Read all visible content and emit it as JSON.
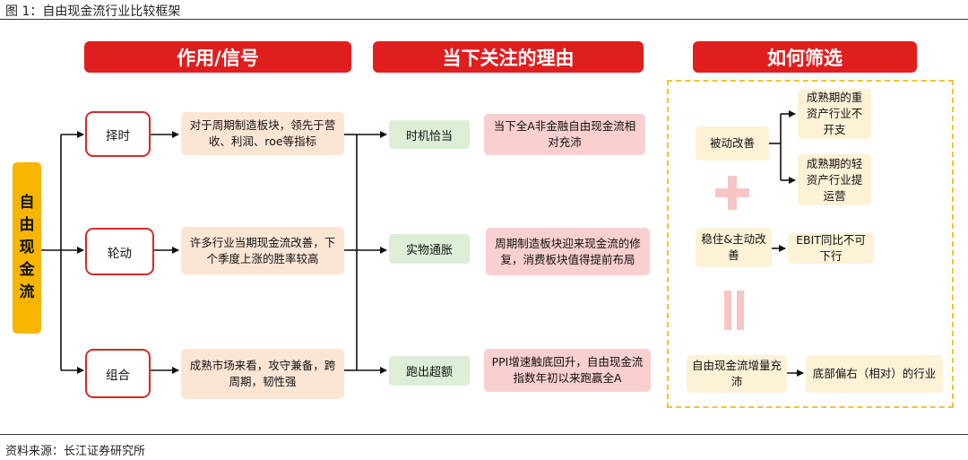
{
  "figure": {
    "title": "图 1：自由现金流行业比较框架",
    "source": "资料来源：长江证券研究所"
  },
  "headers": {
    "role": "作用/信号",
    "reason": "当下关注的理由",
    "filter": "如何筛选"
  },
  "root": {
    "label": "自由现金流"
  },
  "branches": [
    {
      "label": "择时",
      "detail": "对于周期制造板块，领先于营收、利润、roe等指标"
    },
    {
      "label": "轮动",
      "detail": "许多行业当期现金流改善，下个季度上涨的胜率较高"
    },
    {
      "label": "组合",
      "detail": "成熟市场来看，攻守兼备，跨周期，韧性强"
    }
  ],
  "reasons": [
    {
      "label": "时机恰当",
      "detail": "当下全A非金融自由现金流相对充沛"
    },
    {
      "label": "实物通胀",
      "detail": "周期制造板块迎来现金流的修复，消费板块值得提前布局"
    },
    {
      "label": "跑出超额",
      "detail": "PPI增速触底回升，自由现金流指数年初以来跑赢全A"
    }
  ],
  "screening": {
    "passive": "被动改善",
    "passive_children": [
      "成熟期的重资产行业不开支",
      "成熟期的轻资产行业提运营"
    ],
    "active": "稳住&主动改善",
    "active_child": "EBIT同比不可下行",
    "result": "自由现金流增量充沛",
    "result_child": "底部偏右（相对）的行业"
  },
  "colors": {
    "header_red": "#e01e1e",
    "root_yellow": "#f7b500",
    "node_border_red": "#d42a2a",
    "peach": "#fde5d4",
    "green": "#dcefd6",
    "pink": "#f9cfcf",
    "cream": "#fdf1d6",
    "dash_yellow": "#f6c22a"
  }
}
